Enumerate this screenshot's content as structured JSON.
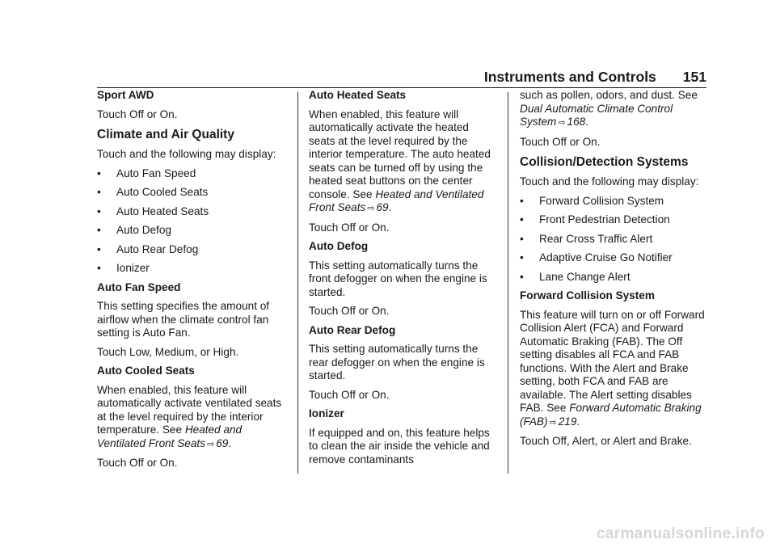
{
  "header": {
    "section_title": "Instruments and Controls",
    "page_number": "151"
  },
  "col1": {
    "sport_awd_heading": "Sport AWD",
    "sport_awd_text": "Touch Off or On.",
    "climate_heading": "Climate and Air Quality",
    "climate_intro": "Touch and the following may display:",
    "bullet_char": "•",
    "climate_items": [
      "Auto Fan Speed",
      "Auto Cooled Seats",
      "Auto Heated Seats",
      "Auto Defog",
      "Auto Rear Defog",
      "Ionizer"
    ],
    "fan_heading": "Auto Fan Speed",
    "fan_text": "This setting specifies the amount of airflow when the climate control fan setting is Auto Fan.",
    "fan_options": "Touch Low, Medium, or High.",
    "cooled_heading": "Auto Cooled Seats",
    "cooled_text": "When enabled, this feature will automatically activate ventilated seats at the level required by the interior temperature. See",
    "cooled_ref": "Heated and Ventilated Front Seats",
    "cooled_arrow": "⇨",
    "cooled_page": "69",
    "cooled_period": ".",
    "cooled_options": "Touch Off or On."
  },
  "col2": {
    "heated_heading": "Auto Heated Seats",
    "heated_text": "When enabled, this feature will automatically activate the heated seats at the level required by the interior temperature. The auto heated seats can be turned off by using the heated seat buttons on the center console. See",
    "heated_ref": "Heated and Ventilated Front Seats",
    "heated_arrow": "⇨",
    "heated_page": "69",
    "heated_period": ".",
    "heated_options": "Touch Off or On.",
    "defog_heading": "Auto Defog",
    "defog_text": "This setting automatically turns the front defogger on when the engine is started.",
    "defog_options": "Touch Off or On.",
    "rear_defog_heading": "Auto Rear Defog",
    "rear_defog_text": "This setting automatically turns the rear defogger on when the engine is started.",
    "rear_defog_options": "Touch Off or On.",
    "ionizer_heading": "Ionizer",
    "ionizer_text": "If equipped and on, this feature helps to clean the air inside the vehicle and remove contaminants"
  },
  "col3": {
    "ionizer_cont": "such as pollen, odors, and dust. See",
    "ionizer_ref": "Dual Automatic Climate Control System",
    "ionizer_arrow": "⇨",
    "ionizer_page": "168",
    "ionizer_period": ".",
    "ionizer_options": "Touch Off or On.",
    "collision_heading": "Collision/Detection Systems",
    "collision_intro": "Touch and the following may display:",
    "bullet_char": "•",
    "collision_items": [
      "Forward Collision System",
      "Front Pedestrian Detection",
      "Rear Cross Traffic Alert",
      "Adaptive Cruise Go Notifier",
      "Lane Change Alert"
    ],
    "fcs_heading": "Forward Collision System",
    "fcs_text": "This feature will turn on or off Forward Collision Alert (FCA) and Forward Automatic Braking (FAB). The Off setting disables all FCA and FAB functions. With the Alert and Brake setting, both FCA and FAB are available. The Alert setting disables FAB. See",
    "fcs_ref": "Forward Automatic Braking (FAB)",
    "fcs_arrow": "⇨",
    "fcs_page": "219",
    "fcs_period": ".",
    "fcs_options": "Touch Off, Alert, or Alert and Brake."
  },
  "watermark": "carmanualsonline.info"
}
